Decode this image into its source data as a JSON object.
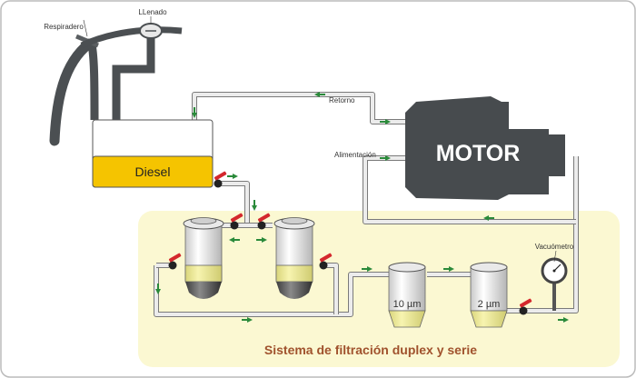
{
  "labels": {
    "llenado": "LLenado",
    "respiradero": "Respiradero",
    "retorno": "Retorno",
    "alimentacion": "Alimentación",
    "motor": "MOTOR",
    "diesel": "Diesel",
    "vacuometro": "Vacuómetro",
    "filter_10": "10 µm",
    "filter_2": "2 µm",
    "system_title": "Sistema de filtración duplex y serie"
  },
  "colors": {
    "background_panel": "#fbf8d2",
    "fuel": "#f5c400",
    "filter_fuel": "#efec94",
    "motor": "#474b4e",
    "pipe": "#e6e6e6",
    "arrow": "#2a8a3a",
    "valve": "#d4282d",
    "title": "#a0522d"
  }
}
